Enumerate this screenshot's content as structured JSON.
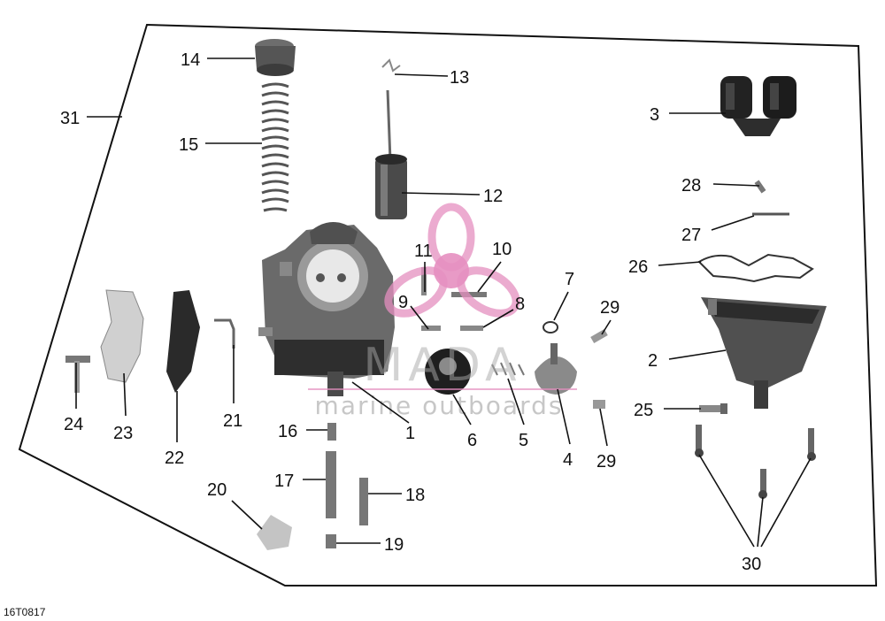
{
  "diagram": {
    "code": "16T0817",
    "watermark": {
      "title": "MADA",
      "subtitle": "marine outboards",
      "accent": "#e58fc0"
    },
    "callouts": [
      "1",
      "2",
      "3",
      "4",
      "5",
      "6",
      "7",
      "8",
      "9",
      "10",
      "11",
      "12",
      "13",
      "14",
      "15",
      "16",
      "17",
      "18",
      "19",
      "20",
      "21",
      "22",
      "23",
      "24",
      "25",
      "26",
      "27",
      "28",
      "29",
      "30",
      "31"
    ]
  }
}
